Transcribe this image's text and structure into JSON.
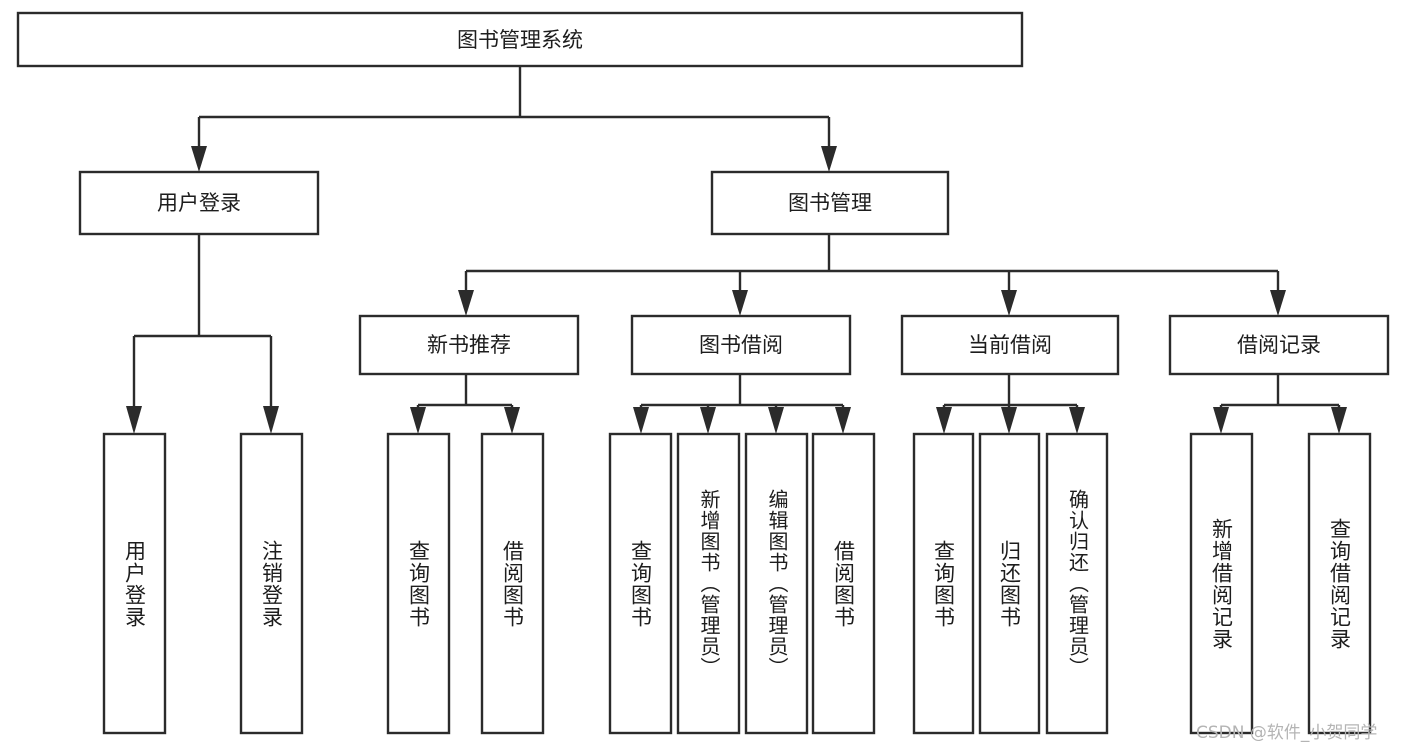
{
  "diagram": {
    "title": "图书管理系统",
    "type": "tree",
    "root": {
      "label": "图书管理系统",
      "children": [
        {
          "label": "用户登录",
          "children": [
            {
              "label": "用户登录"
            },
            {
              "label": "注销登录"
            }
          ]
        },
        {
          "label": "图书管理",
          "children": [
            {
              "label": "新书推荐",
              "children": [
                {
                  "label": "查询图书"
                },
                {
                  "label": "借阅图书"
                }
              ]
            },
            {
              "label": "图书借阅",
              "children": [
                {
                  "label": "查询图书"
                },
                {
                  "label": "新增图书（管理员）"
                },
                {
                  "label": "编辑图书（管理员）"
                },
                {
                  "label": "借阅图书"
                }
              ]
            },
            {
              "label": "当前借阅",
              "children": [
                {
                  "label": "查询图书"
                },
                {
                  "label": "归还图书"
                },
                {
                  "label": "确认归还（管理员）"
                }
              ]
            },
            {
              "label": "借阅记录",
              "children": [
                {
                  "label": "新增借阅记录"
                },
                {
                  "label": "查询借阅记录"
                }
              ]
            }
          ]
        }
      ]
    }
  },
  "nodes": {
    "root": "图书管理系统",
    "user_login": "用户登录",
    "book_manage": "图书管理",
    "new_book_rec": "新书推荐",
    "book_borrow": "图书借阅",
    "current_borrow": "当前借阅",
    "borrow_record": "借阅记录",
    "leaf_user_login": "用户登录",
    "leaf_logout": "注销登录",
    "leaf_query_book_1": "查询图书",
    "leaf_borrow_book_1": "借阅图书",
    "leaf_query_book_2": "查询图书",
    "leaf_add_book_admin": "新增图书（管理员）",
    "leaf_edit_book_admin": "编辑图书（管理员）",
    "leaf_borrow_book_2": "借阅图书",
    "leaf_query_book_3": "查询图书",
    "leaf_return_book": "归还图书",
    "leaf_confirm_return_admin": "确认归还（管理员）",
    "leaf_add_record": "新增借阅记录",
    "leaf_query_record": "查询借阅记录"
  },
  "watermark": {
    "text": "CSDN @软件_小贺同学"
  },
  "colors": {
    "stroke": "#2b2b2b",
    "fill": "#ffffff",
    "text": "#1d1d1d",
    "watermark": "#b4b4b4"
  }
}
